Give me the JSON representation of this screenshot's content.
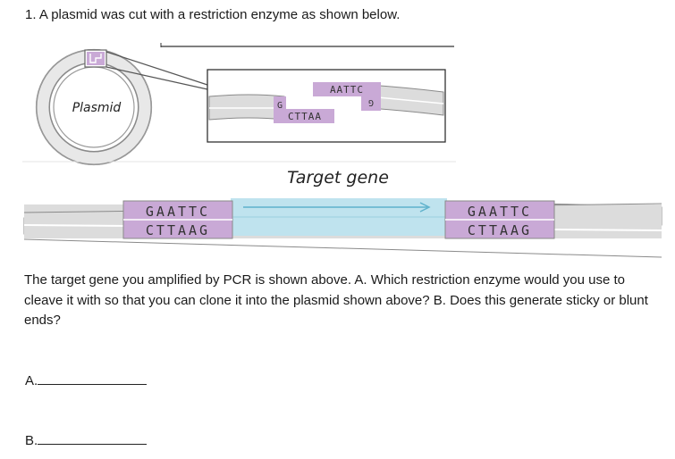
{
  "question": {
    "title": "1. A plasmid was cut with a restriction enzyme as shown below.",
    "paragraph": "The target gene you amplified by PCR is shown above.  A. Which restriction enzyme would you use to cleave it with so that you can clone it into the plasmid shown above? B.  Does this generate sticky or blunt ends?",
    "answer_a_label": "A.",
    "answer_b_label": "B."
  },
  "plasmid_figure": {
    "plasmid_label": "Plasmid",
    "top_strand_overhang": "AATTC",
    "top_strand_end": "G",
    "bottom_strand_start": "G",
    "bottom_strand_overhang": "CTTAA"
  },
  "target_figure": {
    "title": "Target gene",
    "left_site_top": "GAATTC",
    "left_site_bottom": "CTTAAG",
    "right_site_top": "GAATTC",
    "right_site_bottom": "CTTAAG"
  },
  "colors": {
    "site_purple": "#c9a9d6",
    "gene_blue": "#bfe3ee",
    "dna_gray": "#dcdcdc",
    "outline": "#8a8a8a"
  }
}
